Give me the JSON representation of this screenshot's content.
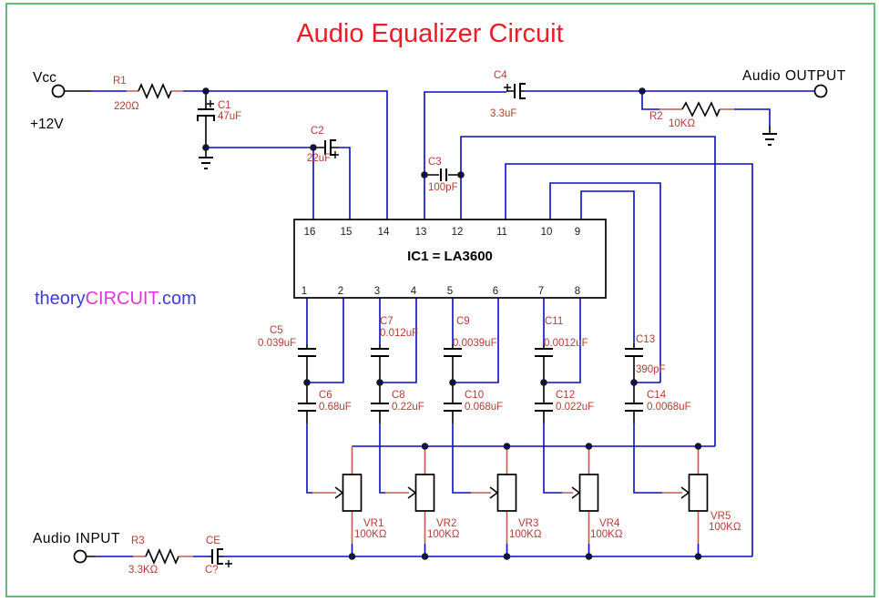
{
  "title": "Audio Equalizer Circuit",
  "watermark": {
    "theory": "theory",
    "circuit": "CIRCUIT",
    "com": ".com"
  },
  "power": {
    "vcc": "Vcc",
    "voltage": "+12V"
  },
  "io": {
    "input": "Audio INPUT",
    "output": "Audio OUTPUT"
  },
  "ic": {
    "label": "IC1 = LA3600",
    "pins_top": [
      "16",
      "15",
      "14",
      "13",
      "12",
      "11",
      "10",
      "9"
    ],
    "pins_bottom": [
      "1",
      "2",
      "3",
      "4",
      "5",
      "6",
      "7",
      "8"
    ]
  },
  "components": {
    "r1": {
      "ref": "R1",
      "value": "220Ω"
    },
    "r2": {
      "ref": "R2",
      "value": "10KΩ"
    },
    "r3": {
      "ref": "R3",
      "value": "3.3KΩ"
    },
    "c1": {
      "ref": "C1",
      "value": "47uF"
    },
    "c2": {
      "ref": "C2",
      "value": "22uF"
    },
    "c3": {
      "ref": "C3",
      "value": "100pF"
    },
    "c4": {
      "ref": "C4",
      "value": "3.3uF"
    },
    "c5": {
      "ref": "C5",
      "value": "0.039uF"
    },
    "c6": {
      "ref": "C6",
      "value": "0.68uF"
    },
    "c7": {
      "ref": "C7",
      "value": "0.012uF"
    },
    "c8": {
      "ref": "C8",
      "value": "0.22uF"
    },
    "c9": {
      "ref": "C9",
      "value": "0.0039uF"
    },
    "c10": {
      "ref": "C10",
      "value": "0.068uF"
    },
    "c11": {
      "ref": "C11",
      "value": "0.0012uF"
    },
    "c12": {
      "ref": "C12",
      "value": "0.022uF"
    },
    "c13": {
      "ref": "C13",
      "value": "390pF"
    },
    "c14": {
      "ref": "C14",
      "value": "0.0068uF"
    },
    "ce": {
      "ref": "CE",
      "value": "C?"
    },
    "vr1": {
      "ref": "VR1",
      "value": "100KΩ"
    },
    "vr2": {
      "ref": "VR2",
      "value": "100KΩ"
    },
    "vr3": {
      "ref": "VR3",
      "value": "100KΩ"
    },
    "vr4": {
      "ref": "VR4",
      "value": "100KΩ"
    },
    "vr5": {
      "ref": "VR5",
      "value": "100KΩ"
    }
  },
  "colors": {
    "border_green": "#3daf4f",
    "title_red": "#ec1c28",
    "wire_blue": "#0c0cc8",
    "lead_red": "#c05c52",
    "label_red": "#bb3a32",
    "watermark_blue": "#3c3cdc",
    "watermark_magenta": "#e036e0"
  }
}
